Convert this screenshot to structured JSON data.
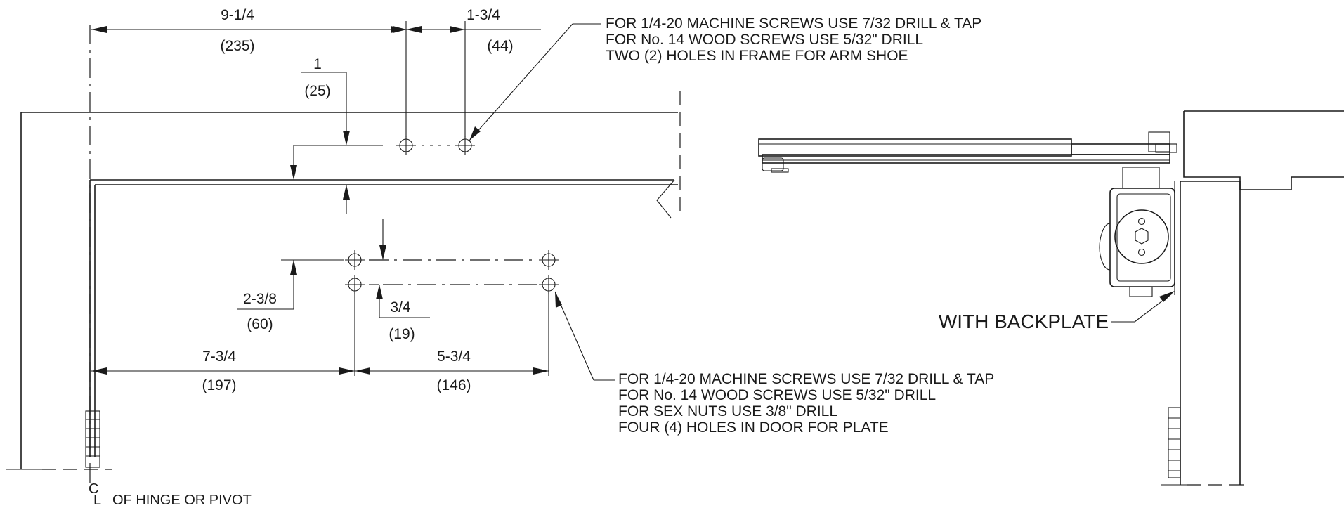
{
  "dimensions": {
    "d_9_1_4": "9-1/4",
    "d_235": "(235)",
    "d_1_3_4": "1-3/4",
    "d_44": "(44)",
    "d_1": "1",
    "d_25": "(25)",
    "d_2_3_8": "2-3/8",
    "d_60": "(60)",
    "d_3_4": "3/4",
    "d_19": "(19)",
    "d_7_3_4": "7-3/4",
    "d_197": "(197)",
    "d_5_3_4": "5-3/4",
    "d_146": "(146)"
  },
  "notes": {
    "frame_holes": [
      "FOR 1/4-20 MACHINE SCREWS USE 7/32 DRILL & TAP",
      "FOR No. 14 WOOD SCREWS USE 5/32\" DRILL",
      "TWO (2) HOLES IN FRAME FOR ARM SHOE"
    ],
    "door_holes": [
      "FOR 1/4-20 MACHINE SCREWS USE 7/32 DRILL & TAP",
      "FOR No. 14 WOOD SCREWS USE 5/32\" DRILL",
      "FOR SEX NUTS USE 3/8\" DRILL",
      "FOUR (4) HOLES IN DOOR FOR PLATE"
    ],
    "backplate": "WITH BACKPLATE",
    "centerline_c": "C",
    "centerline_l": "L",
    "centerline_text": "OF HINGE OR PIVOT"
  }
}
